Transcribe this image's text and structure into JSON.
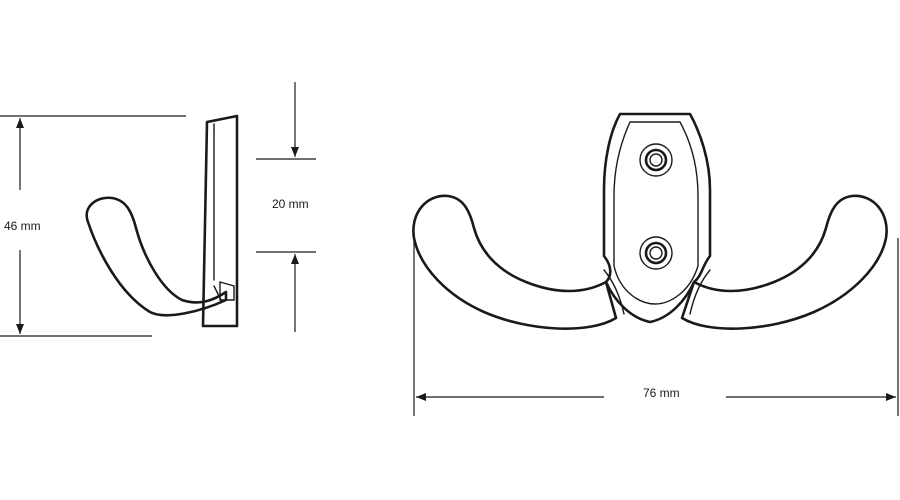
{
  "drawing": {
    "title": "",
    "colors": {
      "line": "#1a1a1a",
      "background": "#ffffff"
    },
    "dimensions": {
      "height_label": "46 mm",
      "plate_label": "20 mm",
      "width_label": "76 mm"
    },
    "views": [
      "side-view",
      "front-view"
    ]
  }
}
